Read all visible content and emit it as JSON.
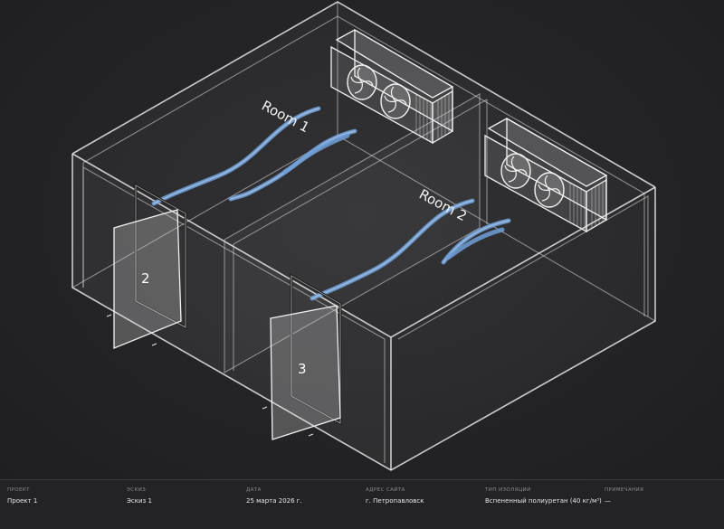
{
  "scene": {
    "room_labels": [
      "Room 1",
      "Room 2"
    ],
    "door_numbers": [
      "2",
      "3"
    ],
    "airflow_color": "#6e9ed6",
    "edge_color": "#e6e6e6",
    "background_color": "#222224"
  },
  "footer": {
    "fields": [
      {
        "caption": "проект",
        "value": "Проект 1"
      },
      {
        "caption": "эскиз",
        "value": "Эскиз 1"
      },
      {
        "caption": "дата",
        "value": "25 марта 2026 г."
      },
      {
        "caption": "адрес сайта",
        "value": "г. Петропавловск"
      },
      {
        "caption": "тип изоляции",
        "value": "Вспененный полиуретан (40 кг/м³)"
      },
      {
        "caption": "примечания",
        "value": "—"
      }
    ]
  }
}
